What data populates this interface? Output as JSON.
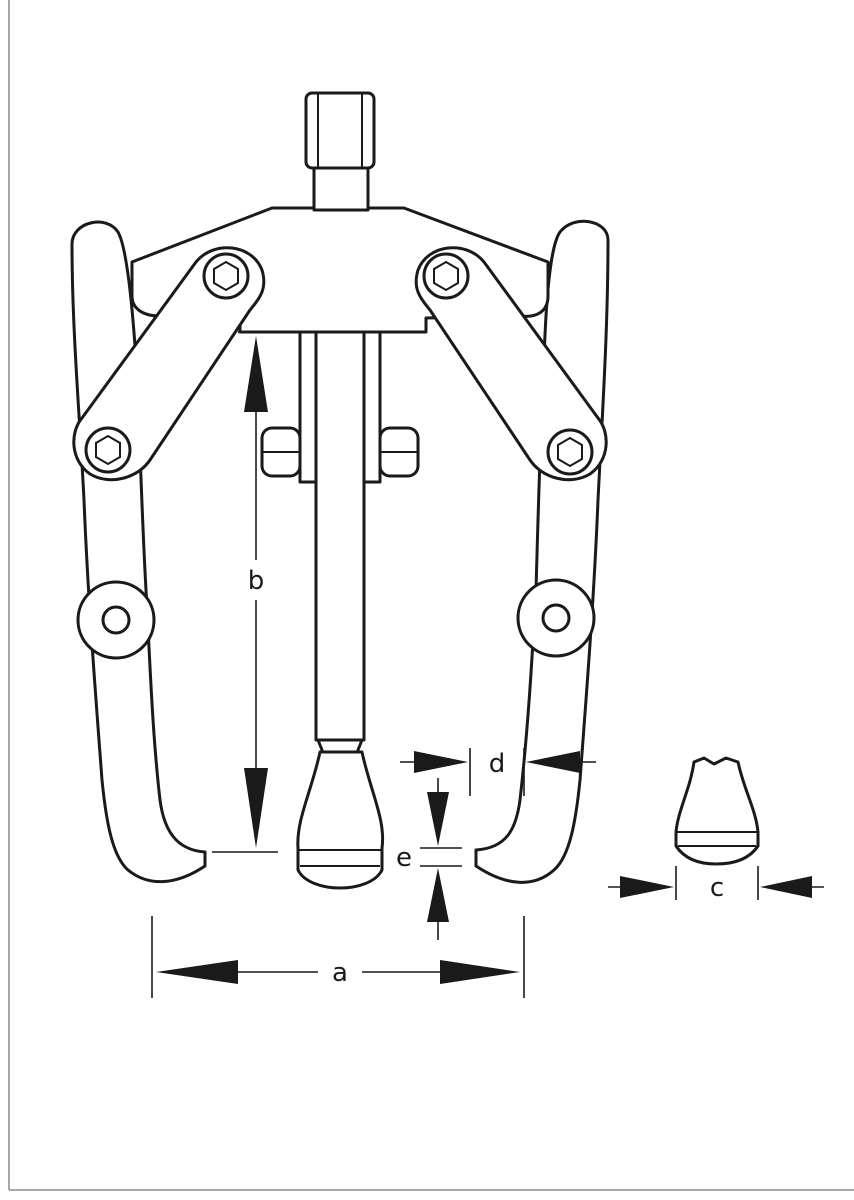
{
  "diagram": {
    "labels": {
      "a": "a",
      "b": "b",
      "c": "c",
      "d": "d",
      "e": "e"
    },
    "colors": {
      "ink": "#1a1a1a",
      "paper": "#ffffff",
      "frame": "#8a8a8a"
    }
  }
}
